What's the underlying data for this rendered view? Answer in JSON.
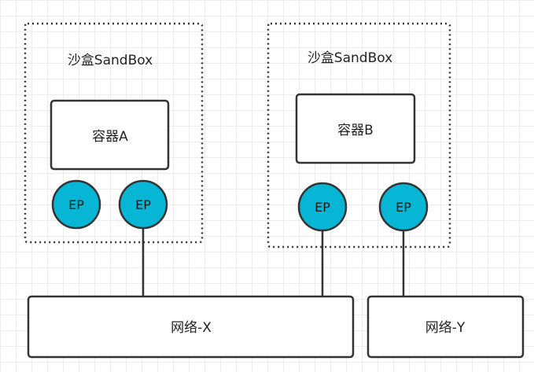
{
  "colors": {
    "stroke": "#333333",
    "ep_fill": "#06b6d4",
    "box_fill": "#ffffff"
  },
  "sandboxes": [
    {
      "label": "沙盒SandBox"
    },
    {
      "label": "沙盒SandBox"
    }
  ],
  "containers": [
    {
      "label": "容器A"
    },
    {
      "label": "容器B"
    }
  ],
  "endpoints": [
    {
      "label": "EP"
    },
    {
      "label": "EP"
    },
    {
      "label": "EP"
    },
    {
      "label": "EP"
    }
  ],
  "networks": [
    {
      "label": "网络-X"
    },
    {
      "label": "网络-Y"
    }
  ]
}
